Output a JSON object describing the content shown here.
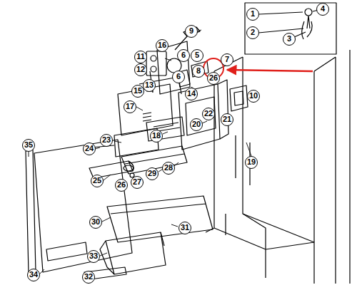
{
  "diagram": {
    "labels": [
      "1",
      "4",
      "2",
      "3",
      "9",
      "11",
      "12",
      "16",
      "13",
      "6",
      "5",
      "7",
      "6",
      "8",
      "26",
      "14",
      "15",
      "10",
      "22",
      "21",
      "20",
      "17",
      "19",
      "18",
      "23",
      "24",
      "26",
      "27",
      "25",
      "28",
      "29",
      "35",
      "30",
      "31",
      "33",
      "32",
      "34"
    ]
  }
}
